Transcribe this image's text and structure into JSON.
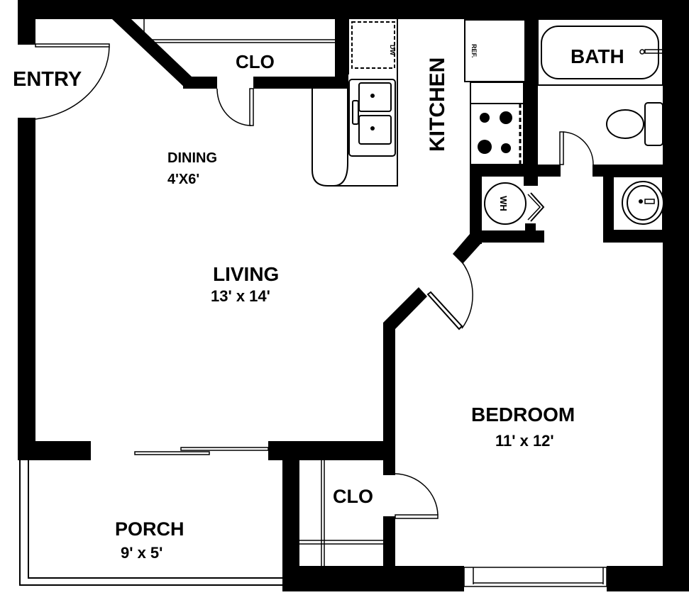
{
  "plan": {
    "type": "floor-plan",
    "colors": {
      "wall": "#000000",
      "background": "#ffffff"
    },
    "rooms": {
      "entry": {
        "label": "ENTRY"
      },
      "closet_top": {
        "label": "CLO"
      },
      "kitchen": {
        "label": "KITCHEN"
      },
      "bath": {
        "label": "BATH"
      },
      "dining": {
        "label": "DINING",
        "size": "4'X6'"
      },
      "living": {
        "label": "LIVING",
        "size": "13' x 14'"
      },
      "bedroom": {
        "label": "BEDROOM",
        "size": "11' x 12'"
      },
      "closet_bedroom": {
        "label": "CLO"
      },
      "porch": {
        "label": "PORCH",
        "size": "9' x 5'"
      }
    },
    "fixtures": {
      "dishwasher": "DW",
      "refrigerator": "REF.",
      "water_heater": "WH",
      "sink": "kitchen-sink",
      "range": "stove",
      "tub": "bathtub",
      "toilet": "toilet",
      "lavatory": "bath-sink"
    }
  }
}
